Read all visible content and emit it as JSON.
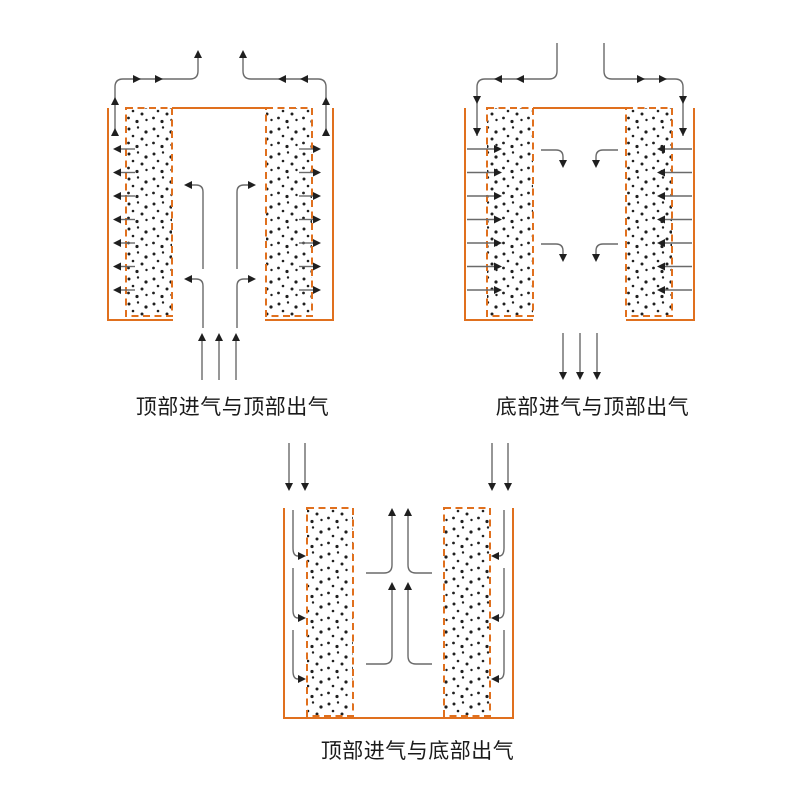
{
  "page": {
    "background": "#ffffff"
  },
  "colors": {
    "vessel_outline": "#e0701e",
    "bed_border": "#e0701e",
    "flow_line": "#6a6a6a",
    "arrowhead": "#1f1f1f",
    "stipple_dot": "#1f1f1f",
    "caption_text": "#1a1a1a"
  },
  "diagrams": [
    {
      "caption": "顶部进气与顶部出气"
    },
    {
      "caption": "底部进气与顶部出气"
    },
    {
      "caption": "顶部进气与底部出气"
    }
  ]
}
